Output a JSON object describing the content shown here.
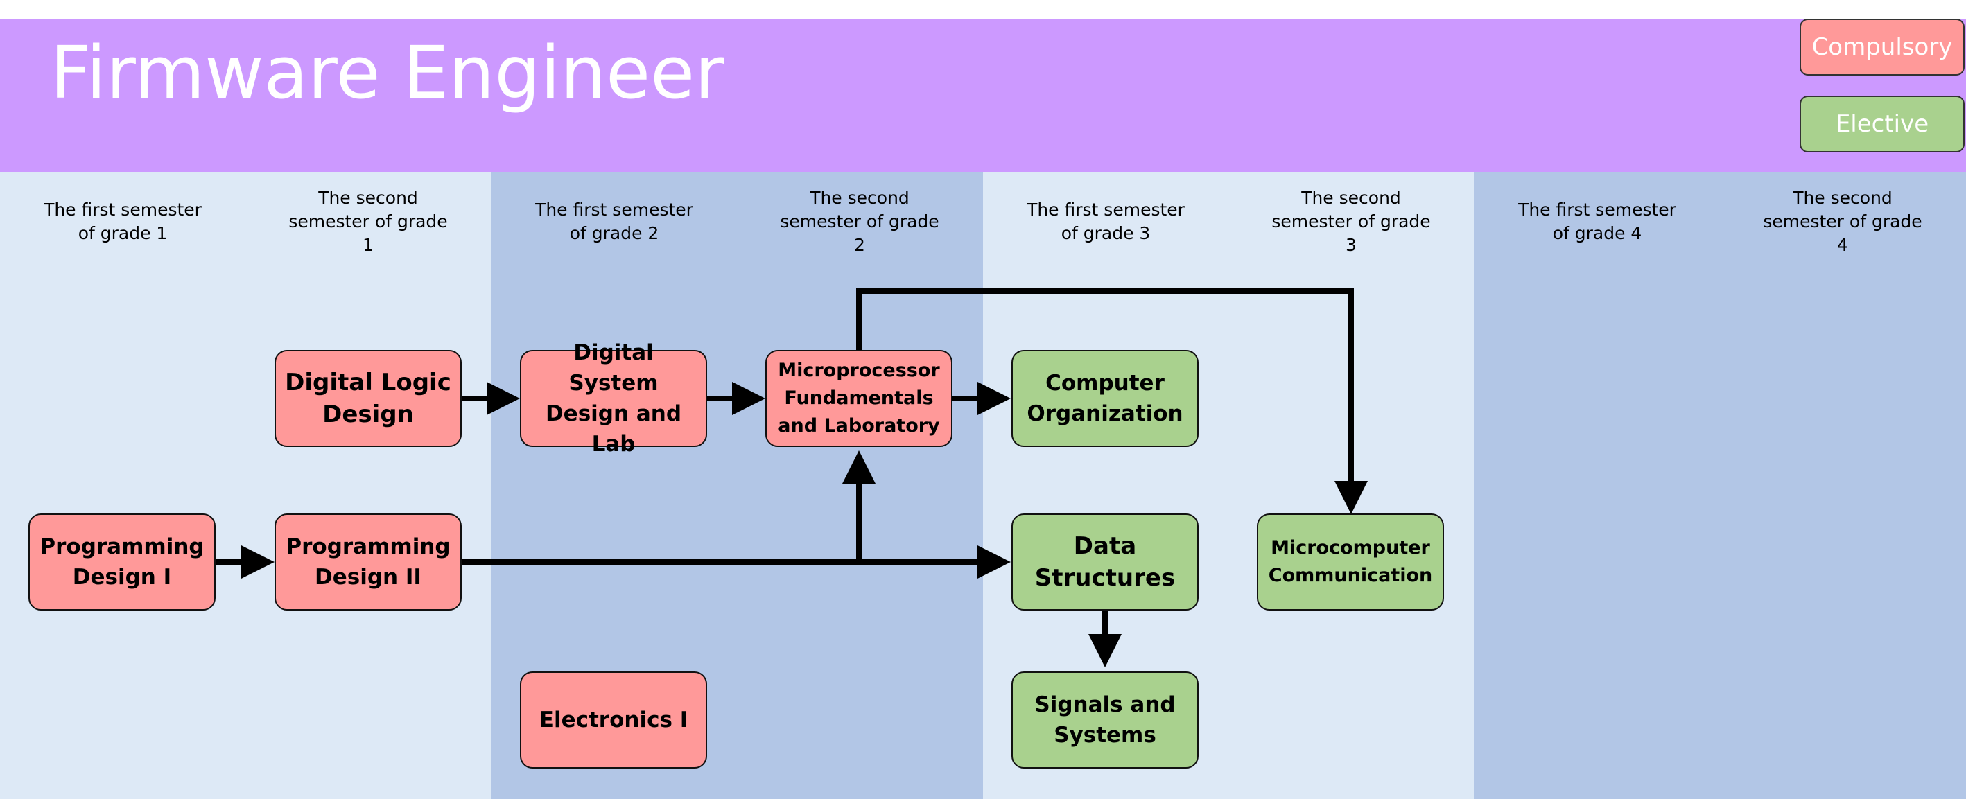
{
  "title": "Firmware Engineer",
  "legend": {
    "compulsory": "Compulsory",
    "elective": "Elective"
  },
  "semesters": [
    "The first semester\nof grade 1",
    "The second\nsemester of grade\n1",
    "The first semester\nof grade 2",
    "The second\nsemester of grade\n2",
    "The first semester\nof grade 3",
    "The second\nsemester of grade\n3",
    "The first semester\nof grade 4",
    "The second\nsemester of grade\n4"
  ],
  "courses": {
    "digital_logic_design": "Digital Logic\nDesign",
    "digital_system_design_and_lab": "Digital System\nDesign and\nLab",
    "microprocessor_fundamentals": "Microprocessor\nFundamentals\nand Laboratory",
    "computer_organization": "Computer\nOrganization",
    "programming_design_1": "Programming\nDesign I",
    "programming_design_2": "Programming\nDesign II",
    "data_structures": "Data\nStructures",
    "microcomputer_communication": "Microcomputer\nCommunication",
    "electronics_1": "Electronics I",
    "signals_and_systems": "Signals and\nSystems"
  },
  "colors": {
    "header": "#cc99ff",
    "compulsory": "#ff9999",
    "elective": "#a9d18e",
    "column_light": "#dde9f6",
    "column_dark": "#b2c6e6",
    "arrow": "#000000"
  }
}
